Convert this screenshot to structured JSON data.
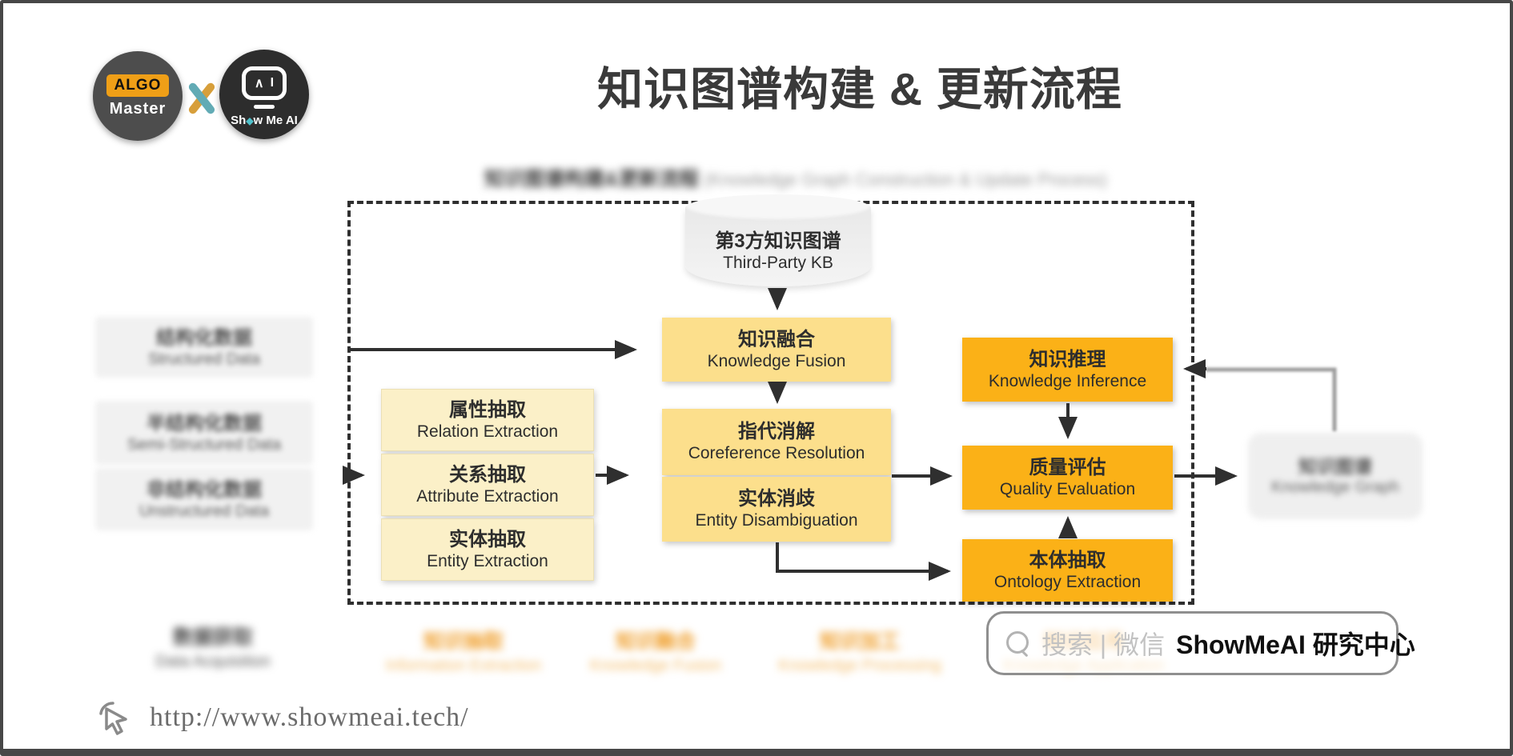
{
  "header": {
    "title": "知识图谱构建 & 更新流程",
    "logo_algo": {
      "badge": "ALGO",
      "name": "Master"
    },
    "logo_separator": "X",
    "logo_showmeai": {
      "pre": "Sh",
      "diamond": "◆",
      "post": "w Me AI"
    }
  },
  "diagram": {
    "heading_blurred": {
      "zh": "知识图谱构建&更新流程",
      "en": " (Knowledge Graph Construction & Update Process)"
    },
    "third_party_kb": {
      "zh": "第3方知识图谱",
      "en": "Third-Party KB"
    },
    "data_sources": [
      {
        "zh": "结构化数据",
        "en": "Structured Data"
      },
      {
        "zh": "半结构化数据",
        "en": "Semi-Structured Data"
      },
      {
        "zh": "非结构化数据",
        "en": "Unstructured Data"
      }
    ],
    "extraction": [
      {
        "zh": "属性抽取",
        "en": "Relation Extraction"
      },
      {
        "zh": "关系抽取",
        "en": "Attribute Extraction"
      },
      {
        "zh": "实体抽取",
        "en": "Entity Extraction"
      }
    ],
    "fusion": [
      {
        "zh": "知识融合",
        "en": "Knowledge Fusion"
      },
      {
        "zh": "指代消解",
        "en": "Coreference Resolution"
      },
      {
        "zh": "实体消歧",
        "en": "Entity Disambiguation"
      }
    ],
    "processing": [
      {
        "zh": "知识推理",
        "en": "Knowledge Inference"
      },
      {
        "zh": "质量评估",
        "en": "Quality Evaluation"
      },
      {
        "zh": "本体抽取",
        "en": "Ontology Extraction"
      }
    ],
    "knowledge_graph": {
      "zh": "知识图谱",
      "en": "Knowledge Graph"
    },
    "stage_labels": [
      {
        "zh": "数据获取",
        "en": "Data Acquisition"
      },
      {
        "zh": "知识抽取",
        "en": "Information Extraction"
      },
      {
        "zh": "知识融合",
        "en": "Knowledge Fusion"
      },
      {
        "zh": "知识加工",
        "en": "Knowledge Processing"
      },
      {
        "zh": "知识应用",
        "en": "Knowledge Application"
      }
    ]
  },
  "footer": {
    "search": {
      "placeholder": "搜索 | 微信",
      "account": "ShowMeAI 研究中心"
    },
    "url": "http://www.showmeai.tech/"
  },
  "colors": {
    "accent_orange": "#fbb117",
    "accent_yellow": "#fcdf8c",
    "accent_cream": "#fbf0c8",
    "arrow_dark": "#2f2f2f",
    "brand_badge_orange": "#ef9f17",
    "brand_teal": "#4fc0ca",
    "frame_border": "#474747"
  }
}
